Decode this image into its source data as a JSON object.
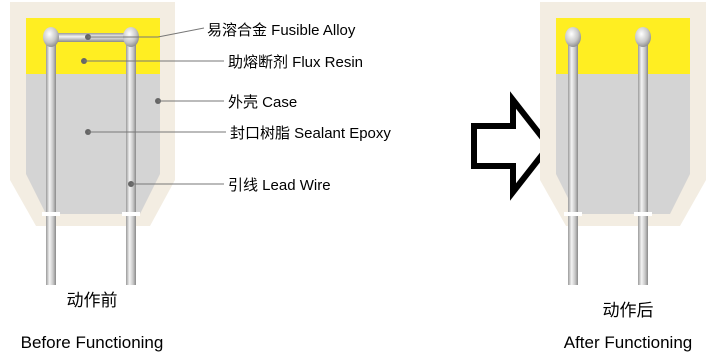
{
  "labels": {
    "fusible_alloy": "易溶合金 Fusible Alloy",
    "flux_resin": "助熔断剂 Flux Resin",
    "case": "外壳 Case",
    "sealant_epoxy": "封口树脂 Sealant Epoxy",
    "lead_wire": "引线 Lead Wire"
  },
  "captions": {
    "before_cn": "动作前",
    "before_en": "Before Functioning",
    "after_cn": "动作后",
    "after_en": "After Functioning"
  },
  "colors": {
    "flux_yellow": "#ffee22",
    "case_grey": "#d3d3d3",
    "case_border": "#f3ede2",
    "wire_grey": "#c4c4c4",
    "arrow": "#000000"
  }
}
